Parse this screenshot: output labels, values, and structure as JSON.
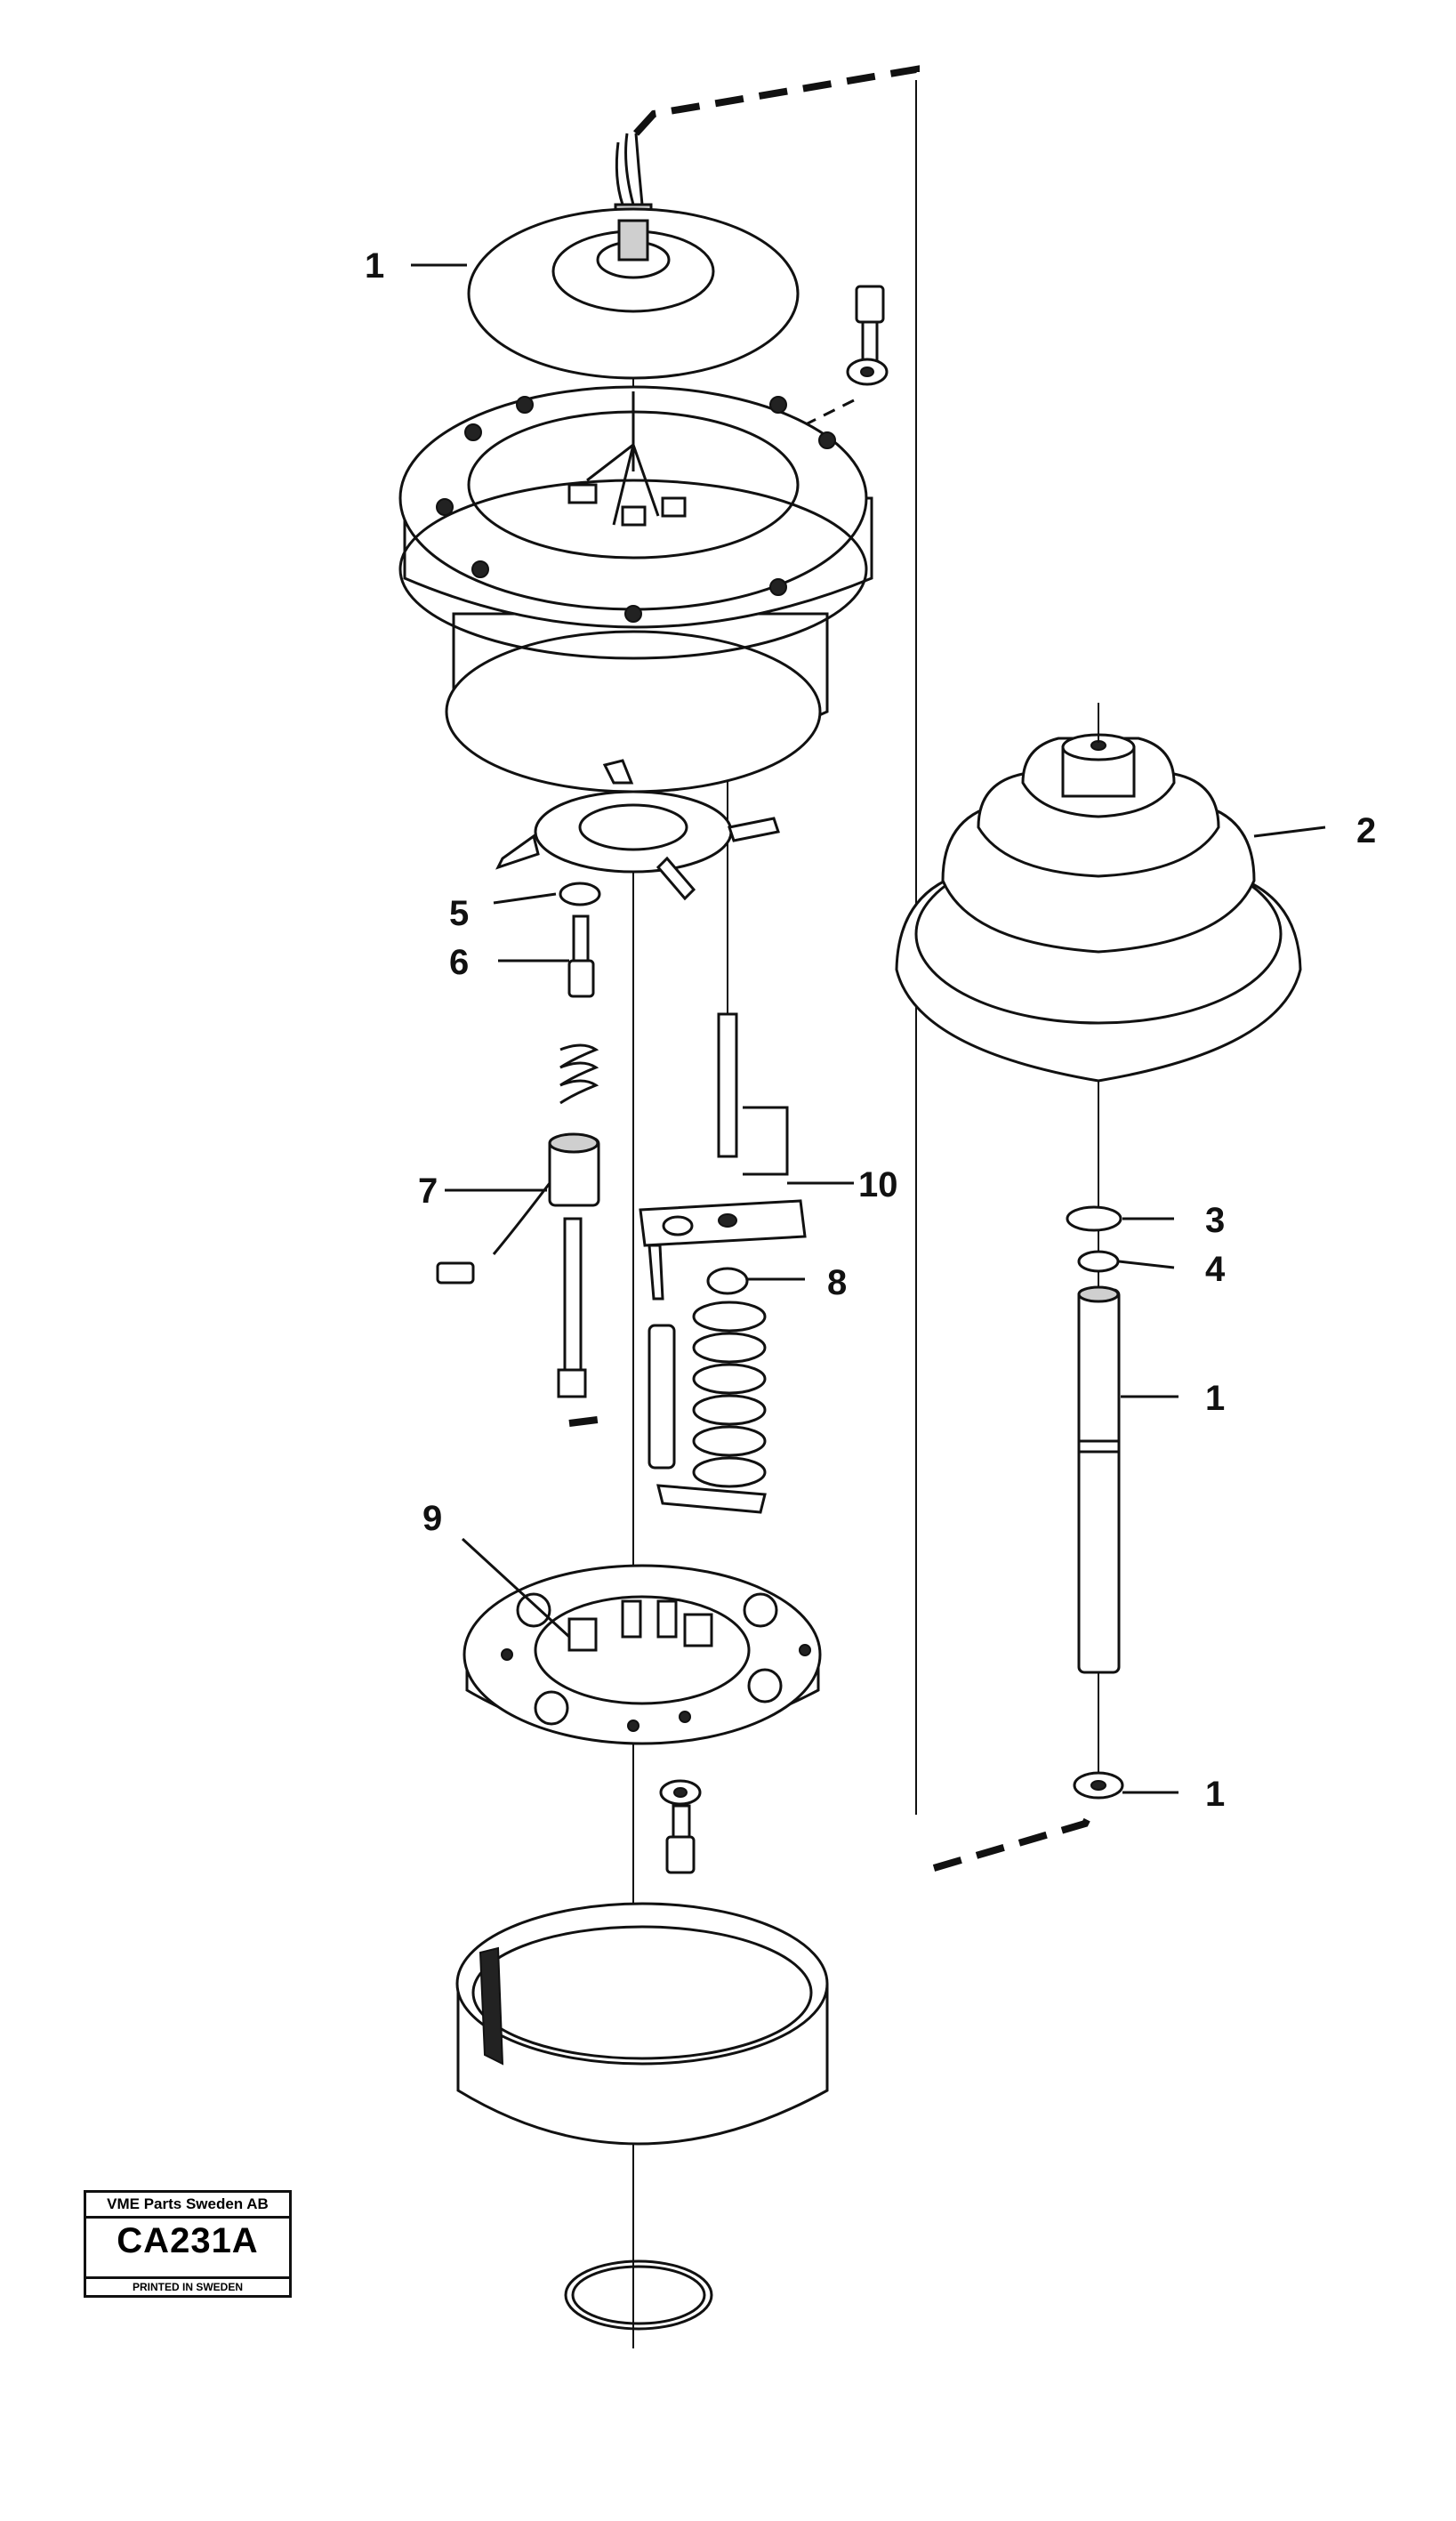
{
  "labels": {
    "top_cover": "1",
    "gaiter": "2",
    "washer_3": "3",
    "ring_4": "4",
    "shaft": "1",
    "bottom_washer": "1",
    "washer_5": "5",
    "screw_6": "6",
    "sensor_7": "7",
    "washer_8": "8",
    "base_plate_9": "9",
    "bracket_10": "10"
  },
  "stamp": {
    "company": "VME Parts Sweden AB",
    "code": "CA231A",
    "printed": "PRINTED IN SWEDEN"
  }
}
